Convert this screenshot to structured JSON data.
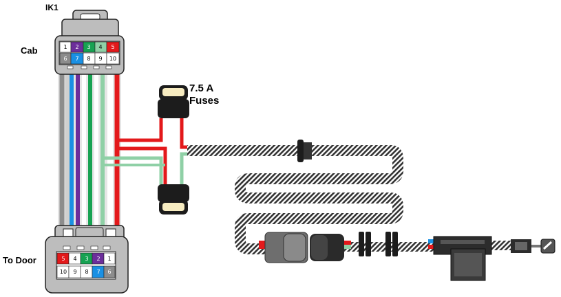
{
  "labels": {
    "top_connector": "IK1",
    "cab": "Cab",
    "to_door": "To Door",
    "fuse_rating": "7.5 A",
    "fuses": "Fuses"
  },
  "cab_connector": {
    "top_row": [
      "1",
      "2",
      "3",
      "4",
      "5"
    ],
    "bottom_row": [
      "6",
      "7",
      "8",
      "9",
      "10"
    ]
  },
  "door_connector": {
    "top_row": [
      "5",
      "4",
      "3",
      "2",
      "1"
    ],
    "bottom_row": [
      "10",
      "9",
      "8",
      "7",
      "6"
    ]
  },
  "colors": {
    "red": "#e3191b",
    "green": "#17a252",
    "light_green": "#8fd0a6",
    "purple": "#6c2e9b",
    "blue": "#1a90e3",
    "gray": "#8c8c8c",
    "light_gray": "#cfcfcf",
    "connector_gray": "#bdbdbd",
    "fuse_cream": "#f7ecc1"
  },
  "icons": [
    "door-lock-actuator-icon",
    "inline-fuse-holder-icon",
    "harness-connector-icon"
  ]
}
